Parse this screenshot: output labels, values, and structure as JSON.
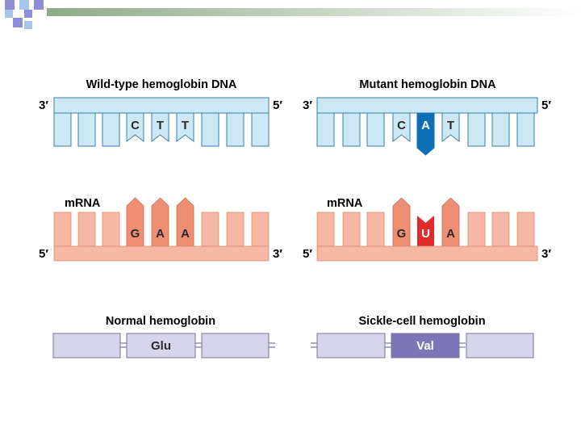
{
  "colors": {
    "dna_fill": "#cbe8f4",
    "dna_stroke": "#3a7fa8",
    "dna_mutant_base": "#0e6fb4",
    "mrna_fill": "#f6b7a4",
    "mrna_codon": "#ee8e72",
    "mrna_mutant_base": "#e02a2c",
    "protein_fill": "#d7d5ec",
    "protein_mutant": "#7c76b6",
    "protein_stroke": "#77739d",
    "text": "#2a2a2a",
    "header_purple": "#8f8fd8",
    "header_blue": "#a4c6e8",
    "header_green": "#8dab85"
  },
  "left": {
    "dna_title": "Wild-type hemoglobin DNA",
    "dna_left_end": "3′",
    "dna_right_end": "5′",
    "dna_bases": [
      "C",
      "T",
      "T"
    ],
    "mrna_label": "mRNA",
    "mrna_bases": [
      "G",
      "A",
      "A"
    ],
    "mrna_left_end": "5′",
    "mrna_right_end": "3′",
    "protein_title": "Normal hemoglobin",
    "amino_acid": "Glu"
  },
  "right": {
    "dna_title": "Mutant hemoglobin DNA",
    "dna_left_end": "3′",
    "dna_right_end": "5′",
    "dna_bases": [
      "C",
      "A",
      "T"
    ],
    "mrna_label": "mRNA",
    "mrna_bases": [
      "G",
      "U",
      "A"
    ],
    "mrna_left_end": "5′",
    "mrna_right_end": "3′",
    "protein_title": "Sickle-cell hemoglobin",
    "amino_acid": "Val"
  }
}
